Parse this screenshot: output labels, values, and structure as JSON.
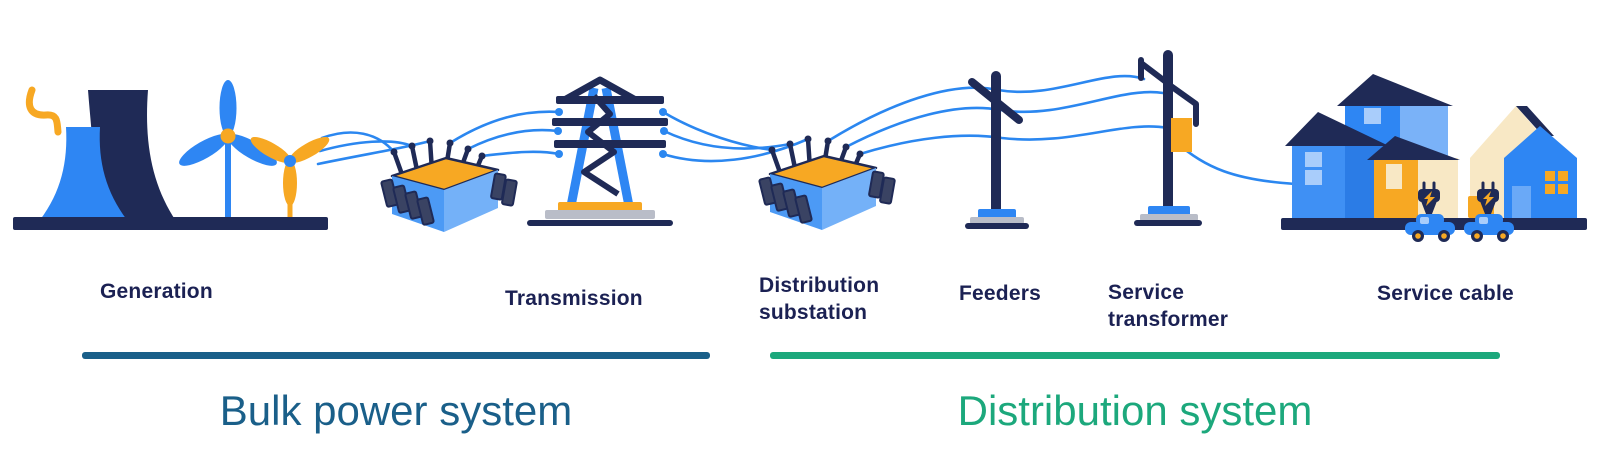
{
  "stages": [
    {
      "id": "generation",
      "label": "Generation"
    },
    {
      "id": "transmission",
      "label": "Transmission"
    },
    {
      "id": "distribution_substation",
      "label": "Distribution substation"
    },
    {
      "id": "feeders",
      "label": "Feeders"
    },
    {
      "id": "service_transformer",
      "label": "Service transformer"
    },
    {
      "id": "service_cable",
      "label": "Service cable"
    }
  ],
  "systems": [
    {
      "id": "bulk_power",
      "label": "Bulk power system",
      "color": "#1a5f89"
    },
    {
      "id": "distribution",
      "label": "Distribution system",
      "color": "#1ca87c"
    }
  ],
  "icons": [
    "power-plant-icon",
    "wind-turbine-icon",
    "step-up-transformer-icon",
    "transmission-tower-icon",
    "distribution-substation-transformer-icon",
    "feeders-pole-icon",
    "service-transformer-pole-icon",
    "houses-icon",
    "ev-charging-icon",
    "power-lines"
  ],
  "colors": {
    "navy": "#1f2a56",
    "labelNavy": "#1b2153",
    "blue": "#2e86f3",
    "mediumBlue": "#4c9af5",
    "lightBlue": "#74b1f8",
    "paleBlue": "#a9cdfb",
    "wireBlue": "#2b87f0",
    "orange": "#f7a823",
    "cream": "#f8e8c5",
    "grey": "#b9bdc8",
    "finSlate": "#3a4363",
    "tealTitle": "#1a5f89",
    "greenTitle": "#1ca87c"
  }
}
